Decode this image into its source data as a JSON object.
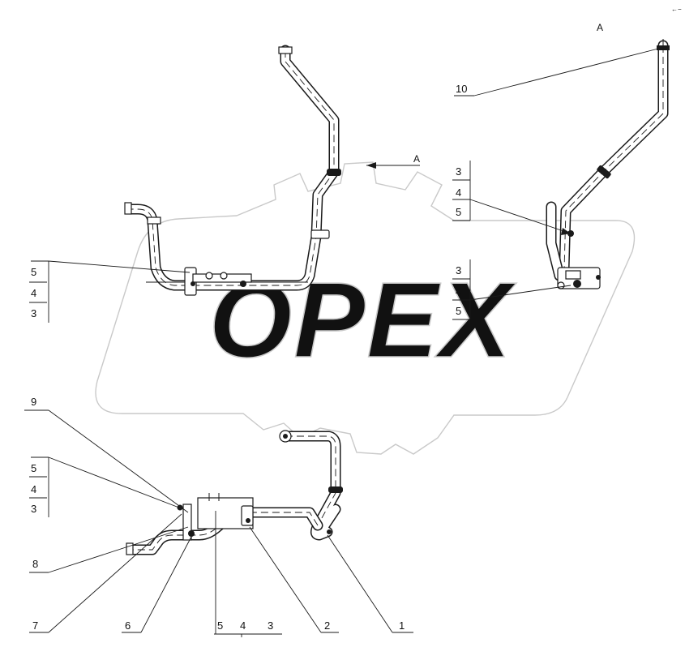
{
  "watermark": "OPEX",
  "corner_mark": "←−",
  "view_marker": "A",
  "view_arrow_label": "A",
  "callouts": {
    "c1": "1",
    "c2": "2",
    "c5_bottom": "5",
    "c4_bottom": "4",
    "c3_bottom": "3",
    "c6": "6",
    "c7": "7",
    "c8": "8",
    "c9": "9",
    "c10": "10"
  },
  "stacks": {
    "left_middle": [
      "5",
      "4",
      "3"
    ],
    "left_bottom": [
      "5",
      "4",
      "3"
    ],
    "right_upper": [
      "3",
      "4",
      "5"
    ],
    "right_lower": [
      "3",
      "4",
      "5"
    ]
  }
}
